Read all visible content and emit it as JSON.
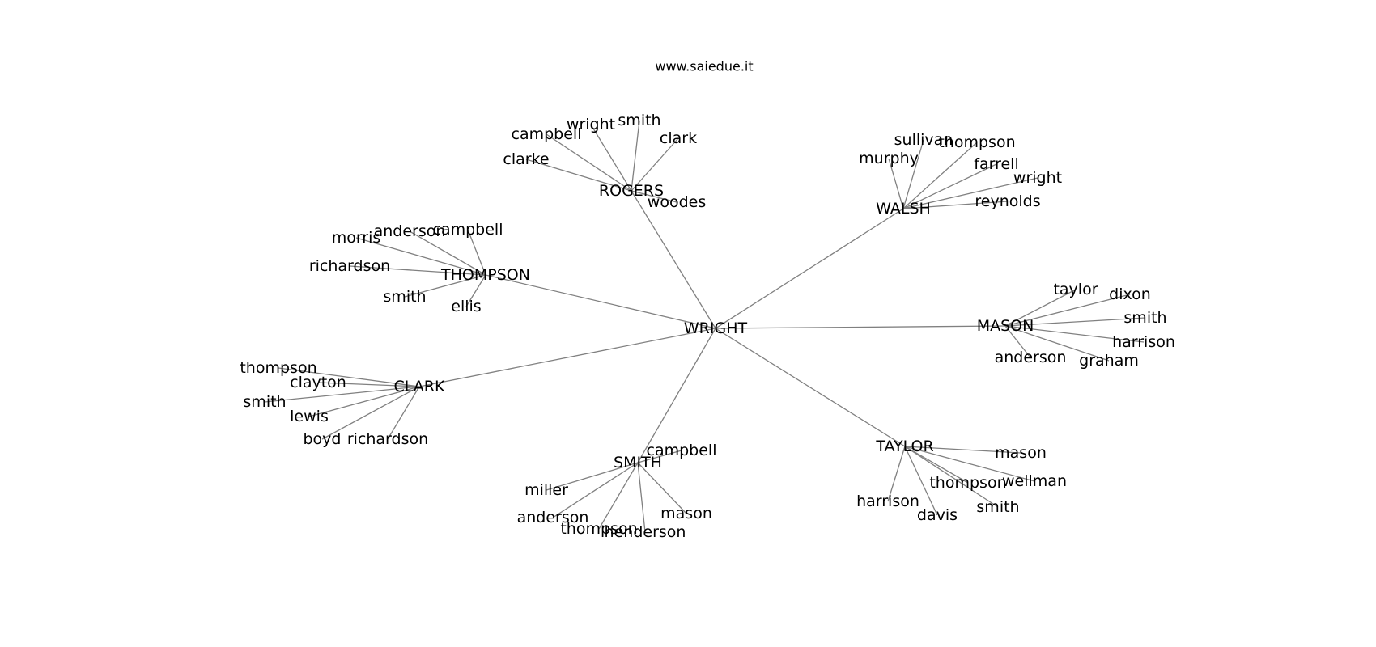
{
  "title": "www.saiedue.it",
  "root": "WRIGHT",
  "colors": {
    "edge": "#808080",
    "text": "#000000",
    "background": "#ffffff"
  },
  "groups": [
    {
      "id": "rogers",
      "label": "ROGERS",
      "children": [
        "clarke",
        "campbell",
        "wright",
        "smith",
        "clark",
        "woodes"
      ]
    },
    {
      "id": "walsh",
      "label": "WALSH",
      "children": [
        "murphy",
        "sullivan",
        "thompson",
        "farrell",
        "wright",
        "reynolds"
      ]
    },
    {
      "id": "thompson",
      "label": "THOMPSON",
      "children": [
        "morris",
        "anderson",
        "campbell",
        "richardson",
        "smith",
        "ellis"
      ]
    },
    {
      "id": "mason",
      "label": "MASON",
      "children": [
        "taylor",
        "dixon",
        "smith",
        "harrison",
        "graham",
        "anderson"
      ]
    },
    {
      "id": "clark",
      "label": "CLARK",
      "children": [
        "thompson",
        "clayton",
        "smith",
        "lewis",
        "boyd",
        "richardson"
      ]
    },
    {
      "id": "smith",
      "label": "SMITH",
      "children": [
        "campbell",
        "miller",
        "anderson",
        "thompson",
        "henderson",
        "mason"
      ]
    },
    {
      "id": "taylor",
      "label": "TAYLOR",
      "children": [
        "mason",
        "wellman",
        "thompson",
        "smith",
        "davis",
        "harrison"
      ]
    }
  ]
}
